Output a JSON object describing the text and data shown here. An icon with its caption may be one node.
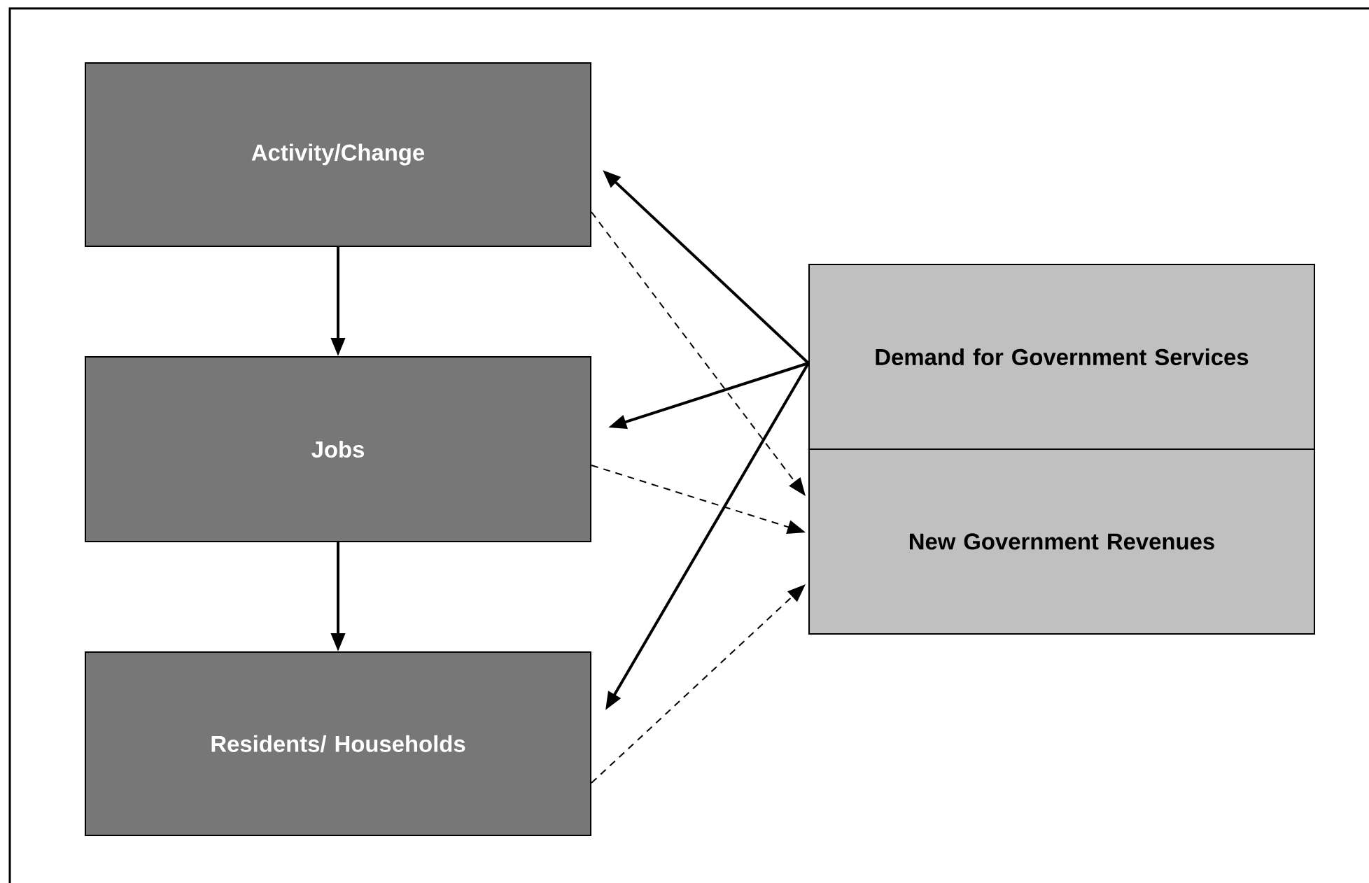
{
  "diagram": {
    "nodes": [
      {
        "text": [
          "Activity/Change"
        ]
      },
      {
        "text": [
          "Jobs"
        ]
      },
      {
        "text": [
          "Residents/ Households"
        ]
      },
      {
        "text": [
          "Demand for Government Services"
        ]
      },
      {
        "text": [
          "New Government Revenues"
        ]
      }
    ],
    "edges": [
      {
        "from": 0,
        "to": 1,
        "arrow": "to"
      },
      {
        "from": 1,
        "to": 2,
        "arrow": "to"
      },
      {
        "from": 3,
        "to": 0,
        "arrow": "to"
      },
      {
        "from": 3,
        "to": 1,
        "arrow": "to"
      },
      {
        "from": 3,
        "to": 2,
        "arrow": "to"
      },
      {
        "from": 0,
        "to": 4,
        "arrow": "to",
        "style": "dashed"
      },
      {
        "from": 1,
        "to": 4,
        "arrow": "to",
        "style": "dashed"
      },
      {
        "from": 2,
        "to": 4,
        "arrow": "to",
        "style": "dashed"
      }
    ]
  }
}
